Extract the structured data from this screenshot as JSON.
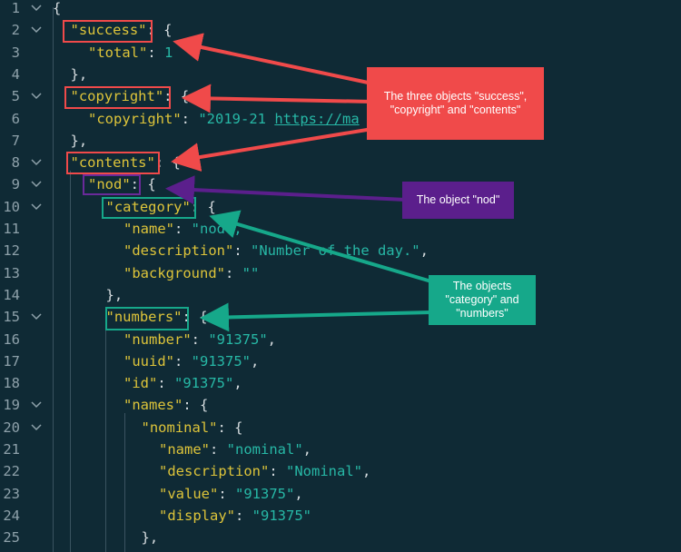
{
  "editor": {
    "lines": [
      {
        "num": "1",
        "fold": true,
        "indent": 0,
        "tokens": [
          {
            "t": "{",
            "c": "p"
          }
        ]
      },
      {
        "num": "2",
        "fold": true,
        "indent": 1,
        "tokens": [
          {
            "t": "\"success\"",
            "c": "k"
          },
          {
            "t": ": {",
            "c": "p"
          }
        ]
      },
      {
        "num": "3",
        "fold": false,
        "indent": 2,
        "tokens": [
          {
            "t": "\"total\"",
            "c": "k"
          },
          {
            "t": ": ",
            "c": "p"
          },
          {
            "t": "1",
            "c": "n"
          }
        ]
      },
      {
        "num": "4",
        "fold": false,
        "indent": 1,
        "tokens": [
          {
            "t": "},",
            "c": "p"
          }
        ]
      },
      {
        "num": "5",
        "fold": true,
        "indent": 1,
        "tokens": [
          {
            "t": "\"copyright\"",
            "c": "k"
          },
          {
            "t": ": {",
            "c": "p"
          }
        ]
      },
      {
        "num": "6",
        "fold": false,
        "indent": 2,
        "tokens": [
          {
            "t": "\"copyright\"",
            "c": "k"
          },
          {
            "t": ": ",
            "c": "p"
          },
          {
            "t": "\"2019-21 ",
            "c": "s"
          },
          {
            "t": "https://ma",
            "c": "u"
          }
        ]
      },
      {
        "num": "7",
        "fold": false,
        "indent": 1,
        "tokens": [
          {
            "t": "},",
            "c": "p"
          }
        ]
      },
      {
        "num": "8",
        "fold": true,
        "indent": 1,
        "tokens": [
          {
            "t": "\"contents\"",
            "c": "k"
          },
          {
            "t": ": {",
            "c": "p"
          }
        ]
      },
      {
        "num": "9",
        "fold": true,
        "indent": 2,
        "tokens": [
          {
            "t": "\"nod\"",
            "c": "k"
          },
          {
            "t": ": {",
            "c": "p"
          }
        ]
      },
      {
        "num": "10",
        "fold": true,
        "indent": 3,
        "tokens": [
          {
            "t": "\"category\"",
            "c": "k"
          },
          {
            "t": ": {",
            "c": "p"
          }
        ]
      },
      {
        "num": "11",
        "fold": false,
        "indent": 4,
        "tokens": [
          {
            "t": "\"name\"",
            "c": "k"
          },
          {
            "t": ": ",
            "c": "p"
          },
          {
            "t": "\"nod\",",
            "c": "s"
          }
        ]
      },
      {
        "num": "12",
        "fold": false,
        "indent": 4,
        "tokens": [
          {
            "t": "\"description\"",
            "c": "k"
          },
          {
            "t": ": ",
            "c": "p"
          },
          {
            "t": "\"Number of the day.\"",
            "c": "s"
          },
          {
            "t": ",",
            "c": "p"
          }
        ]
      },
      {
        "num": "13",
        "fold": false,
        "indent": 4,
        "tokens": [
          {
            "t": "\"background\"",
            "c": "k"
          },
          {
            "t": ": ",
            "c": "p"
          },
          {
            "t": "\"\"",
            "c": "s"
          }
        ]
      },
      {
        "num": "14",
        "fold": false,
        "indent": 3,
        "tokens": [
          {
            "t": "},",
            "c": "p"
          }
        ]
      },
      {
        "num": "15",
        "fold": true,
        "indent": 3,
        "tokens": [
          {
            "t": "\"numbers\"",
            "c": "k"
          },
          {
            "t": ": {",
            "c": "p"
          }
        ]
      },
      {
        "num": "16",
        "fold": false,
        "indent": 4,
        "tokens": [
          {
            "t": "\"number\"",
            "c": "k"
          },
          {
            "t": ": ",
            "c": "p"
          },
          {
            "t": "\"91375\"",
            "c": "s"
          },
          {
            "t": ",",
            "c": "p"
          }
        ]
      },
      {
        "num": "17",
        "fold": false,
        "indent": 4,
        "tokens": [
          {
            "t": "\"uuid\"",
            "c": "k"
          },
          {
            "t": ": ",
            "c": "p"
          },
          {
            "t": "\"91375\"",
            "c": "s"
          },
          {
            "t": ",",
            "c": "p"
          }
        ]
      },
      {
        "num": "18",
        "fold": false,
        "indent": 4,
        "tokens": [
          {
            "t": "\"id\"",
            "c": "k"
          },
          {
            "t": ": ",
            "c": "p"
          },
          {
            "t": "\"91375\"",
            "c": "s"
          },
          {
            "t": ",",
            "c": "p"
          }
        ]
      },
      {
        "num": "19",
        "fold": true,
        "indent": 4,
        "tokens": [
          {
            "t": "\"names\"",
            "c": "k"
          },
          {
            "t": ": {",
            "c": "p"
          }
        ]
      },
      {
        "num": "20",
        "fold": true,
        "indent": 5,
        "tokens": [
          {
            "t": "\"nominal\"",
            "c": "k"
          },
          {
            "t": ": {",
            "c": "p"
          }
        ]
      },
      {
        "num": "21",
        "fold": false,
        "indent": 6,
        "tokens": [
          {
            "t": "\"name\"",
            "c": "k"
          },
          {
            "t": ": ",
            "c": "p"
          },
          {
            "t": "\"nominal\"",
            "c": "s"
          },
          {
            "t": ",",
            "c": "p"
          }
        ]
      },
      {
        "num": "22",
        "fold": false,
        "indent": 6,
        "tokens": [
          {
            "t": "\"description\"",
            "c": "k"
          },
          {
            "t": ": ",
            "c": "p"
          },
          {
            "t": "\"Nominal\"",
            "c": "s"
          },
          {
            "t": ",",
            "c": "p"
          }
        ]
      },
      {
        "num": "23",
        "fold": false,
        "indent": 6,
        "tokens": [
          {
            "t": "\"value\"",
            "c": "k"
          },
          {
            "t": ": ",
            "c": "p"
          },
          {
            "t": "\"91375\"",
            "c": "s"
          },
          {
            "t": ",",
            "c": "p"
          }
        ]
      },
      {
        "num": "24",
        "fold": false,
        "indent": 6,
        "tokens": [
          {
            "t": "\"display\"",
            "c": "k"
          },
          {
            "t": ": ",
            "c": "p"
          },
          {
            "t": "\"91375\"",
            "c": "s"
          }
        ]
      },
      {
        "num": "25",
        "fold": false,
        "indent": 5,
        "tokens": [
          {
            "t": "},",
            "c": "p"
          }
        ]
      }
    ]
  },
  "annotations": {
    "red_label": "The three objects \"success\", \"copyright\" and \"contents\"",
    "purple_label": "The object \"nod\"",
    "green_label": "The objects \"category\" and \"numbers\"",
    "red_color": "#f04a4a",
    "purple_color": "#5b1f8c",
    "green_color": "#16a88a"
  },
  "icons": {
    "fold": "chevron-down-icon"
  }
}
